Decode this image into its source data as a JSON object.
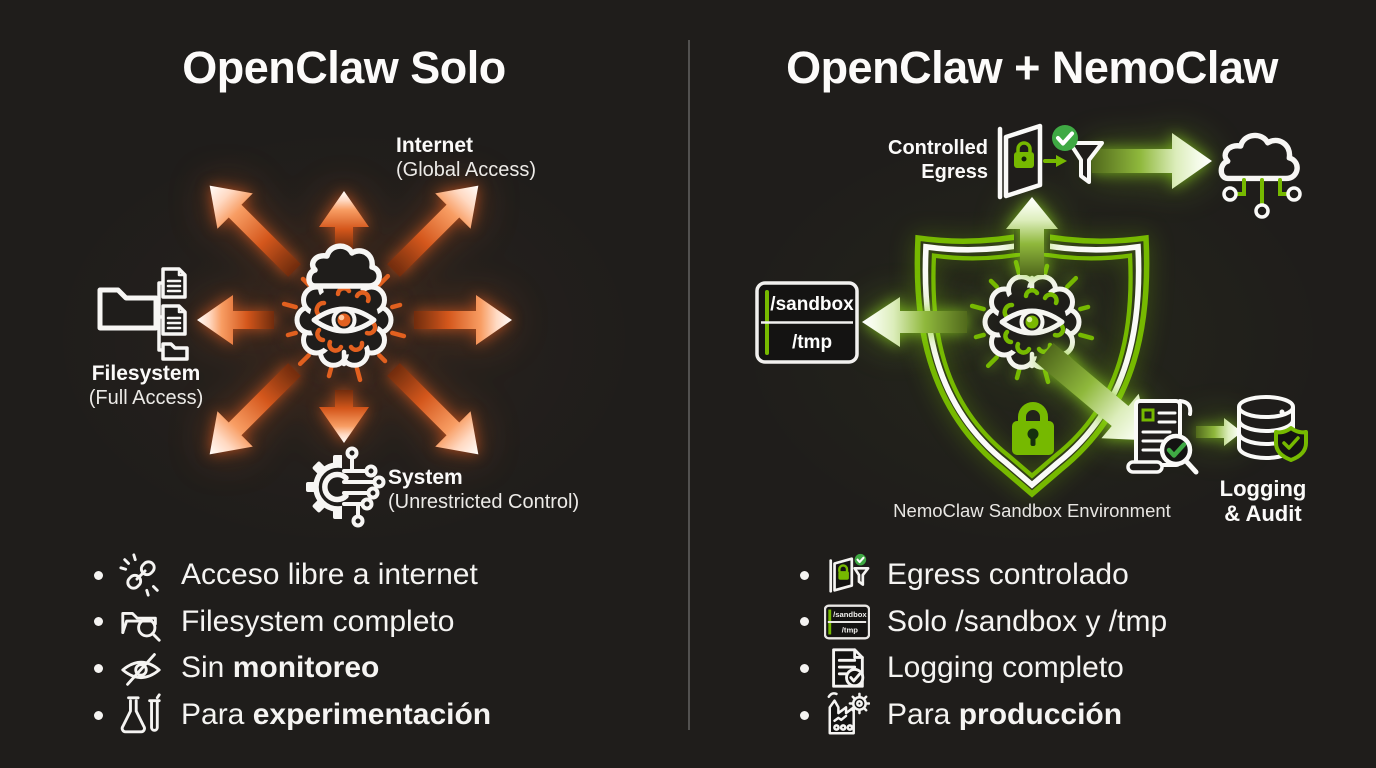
{
  "left": {
    "title": "OpenClaw Solo",
    "internet_label": "Internet",
    "internet_sub": "(Global Access)",
    "filesystem_label": "Filesystem",
    "filesystem_sub": "(Full Access)",
    "system_label": "System",
    "system_sub": "(Unrestricted Control)",
    "bullets": [
      {
        "text": "Acceso libre a internet",
        "bold": ""
      },
      {
        "text": "Filesystem completo",
        "bold": ""
      },
      {
        "text": "Sin ",
        "bold": "monitoreo"
      },
      {
        "text": "Para ",
        "bold": "experimentación"
      }
    ]
  },
  "right": {
    "title": "OpenClaw + NemoClaw",
    "egress_line1": "Controlled",
    "egress_line2": "Egress",
    "sandbox_line1": "/sandbox",
    "sandbox_line2": "/tmp",
    "logging_line1": "Logging",
    "logging_line2": "& Audit",
    "caption": "NemoClaw Sandbox Environment",
    "bullets": [
      {
        "text": "Egress controlado",
        "bold": ""
      },
      {
        "text": "Solo /sandbox y /tmp",
        "bold": ""
      },
      {
        "text": "Logging completo",
        "bold": ""
      },
      {
        "text": "Para ",
        "bold": "producción"
      }
    ]
  },
  "colors": {
    "background": "#1f1d1b",
    "divider": "#525150",
    "orange_accent": "#e2601f",
    "green_accent": "#76b900",
    "check_green": "#3fa944",
    "text_white": "#f5f4f2"
  },
  "icons": {
    "left_nodes": [
      "cloud-icon",
      "brain-eye-icon",
      "folder-tree-icon",
      "gear-circuit-icon"
    ],
    "left_bullets": [
      "link-sparks-icon",
      "folder-search-icon",
      "eye-off-icon",
      "flask-icon"
    ],
    "right_nodes": [
      "door-lock-icon",
      "funnel-icon",
      "check-circle-icon",
      "cloud-network-icon",
      "shield-icon",
      "brain-eye-icon",
      "padlock-icon",
      "sandbox-box-icon",
      "scroll-audit-icon",
      "database-shield-icon"
    ],
    "right_bullets": [
      "door-lock-funnel-icon",
      "sandbox-paths-icon",
      "document-check-icon",
      "factory-gear-icon"
    ]
  }
}
